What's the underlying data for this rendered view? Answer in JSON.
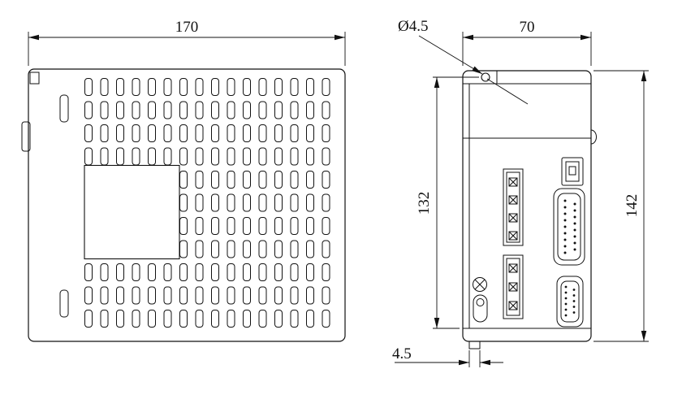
{
  "dims": {
    "left_width": "170",
    "front_width": "70",
    "hole_dia": "Ø4.5",
    "front_inner_height": "132",
    "front_height": "142",
    "tab_width": "4.5"
  },
  "colors": {
    "line": "#111111",
    "background": "#ffffff"
  }
}
